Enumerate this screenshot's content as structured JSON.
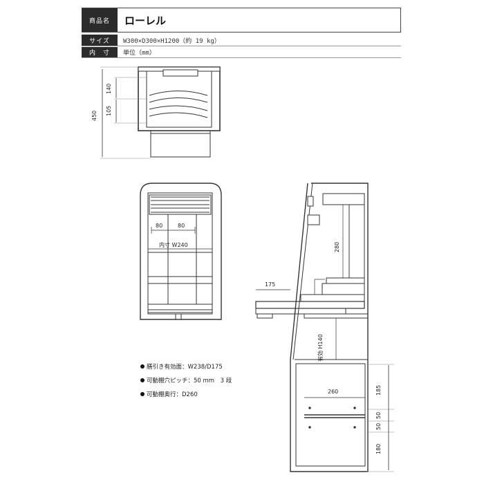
{
  "spec": {
    "product_label": "商品名",
    "product_name": "ローレル",
    "size_label": "サイズ",
    "size_value": "W300×D300×H1200（約 19 kg）",
    "inner_label": "内　寸",
    "inner_value": "単位（mm）"
  },
  "dims": {
    "top_h1": "140",
    "top_h2": "105",
    "top_total": "450",
    "front_w1": "80",
    "front_w2": "80",
    "front_inner": "内寸 W240",
    "side_shelf_h": "280",
    "side_pull": "175",
    "side_inner_h": "有効 H140",
    "side_shelf_d": "260",
    "side_r1": "185",
    "side_r2": "50",
    "side_r3": "50",
    "side_r4": "180"
  },
  "notes": [
    "膳引き有効面：W238/D175",
    "可動棚穴ピッチ：50 mm　3 段",
    "可動棚奥行：D260"
  ]
}
